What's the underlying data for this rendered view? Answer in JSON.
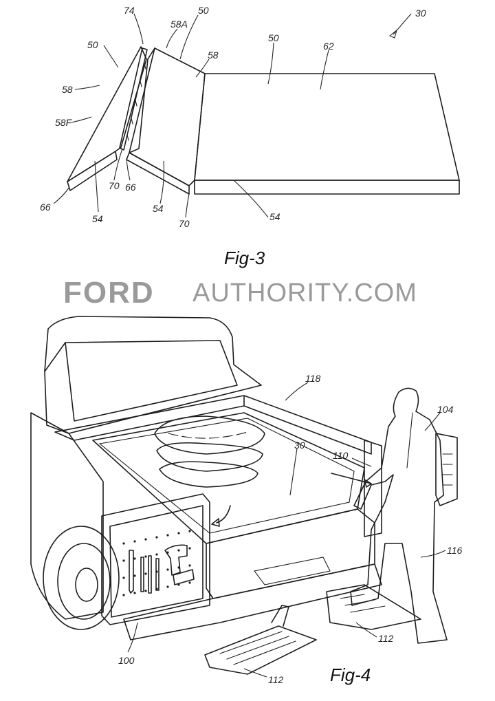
{
  "figure3": {
    "caption": "Fig-3",
    "labels": {
      "ref_30": "30",
      "ref_74": "74",
      "ref_50_top": "50",
      "ref_58A": "58A",
      "ref_50_left": "50",
      "ref_58_right": "58",
      "ref_50_panel": "50",
      "ref_62": "62",
      "ref_58_left": "58",
      "ref_58F": "58F",
      "ref_70_a": "70",
      "ref_66_mid": "66",
      "ref_66_left": "66",
      "ref_54_a": "54",
      "ref_54_b": "54",
      "ref_70_b": "70",
      "ref_54_c": "54"
    }
  },
  "watermark": {
    "brand": "FORD",
    "site": "AUTHORITY.COM"
  },
  "figure4": {
    "caption": "Fig-4",
    "labels": {
      "ref_118": "118",
      "ref_104": "104",
      "ref_30": "30",
      "ref_110": "110",
      "ref_116": "116",
      "ref_100": "100",
      "ref_112_right": "112",
      "ref_112_left": "112"
    }
  }
}
